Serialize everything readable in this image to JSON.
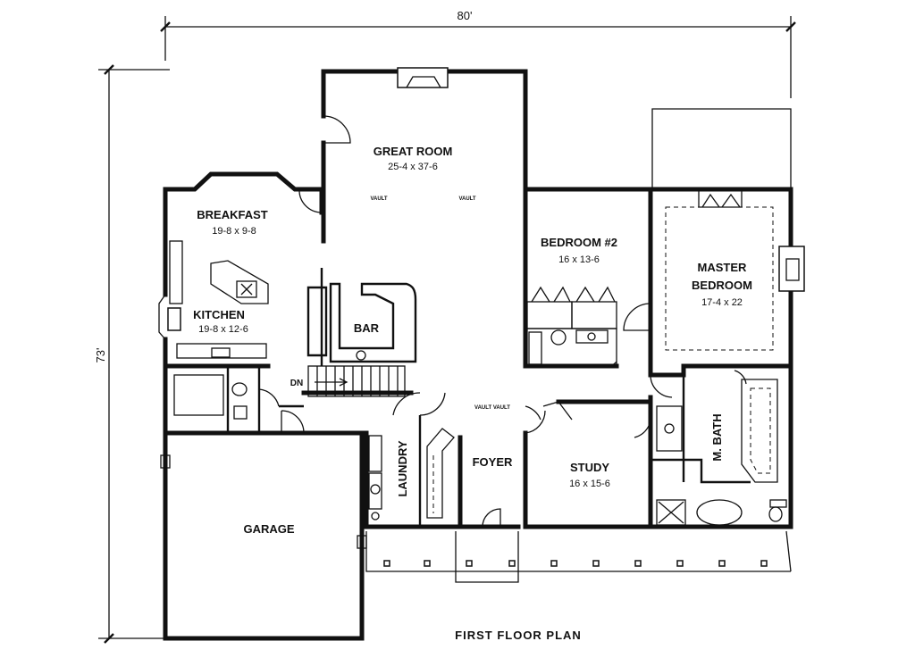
{
  "dimensions": {
    "width": "80'",
    "depth": "73'"
  },
  "title": "FIRST FLOOR PLAN",
  "rooms": {
    "great_room": {
      "name": "GREAT ROOM",
      "size": "25-4 x 37-6"
    },
    "breakfast": {
      "name": "BREAKFAST",
      "size": "19-8 x 9-8"
    },
    "kitchen": {
      "name": "KITCHEN",
      "size": "19-8 x 12-6"
    },
    "bar": {
      "name": "BAR"
    },
    "bedroom2": {
      "name": "BEDROOM #2",
      "size": "16 x 13-6"
    },
    "master": {
      "name_line1": "MASTER",
      "name_line2": "BEDROOM",
      "size": "17-4 x 22"
    },
    "study": {
      "name": "STUDY",
      "size": "16 x 15-6"
    },
    "foyer": {
      "name": "FOYER"
    },
    "laundry": {
      "name": "LAUNDRY"
    },
    "garage": {
      "name": "GARAGE"
    },
    "m_bath": {
      "name": "M. BATH"
    }
  },
  "notes": {
    "vault1": "VAULT",
    "vault2": "VAULT",
    "vault3": "VAULT VAULT",
    "stair_down": "DN"
  }
}
